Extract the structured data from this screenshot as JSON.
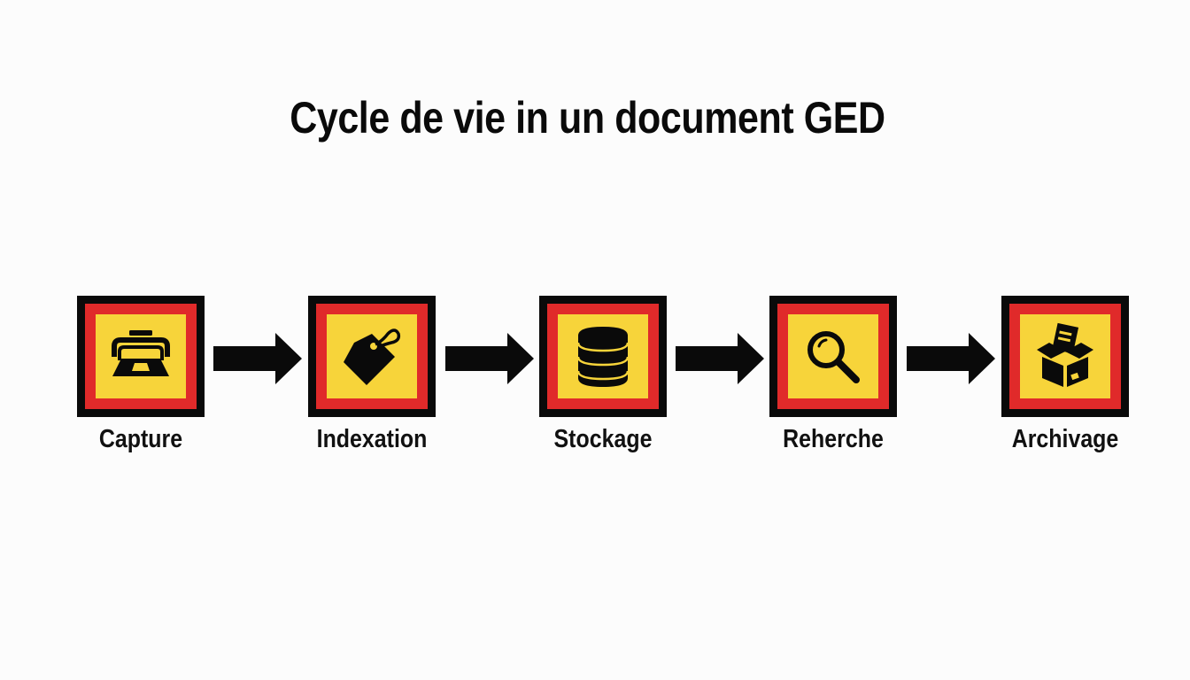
{
  "title": "Cycle de vie in un document GED",
  "colors": {
    "background": "#fcfcfc",
    "outer_border": "#0a0a0a",
    "inner_border": "#e02a2a",
    "fill": "#f7d43a",
    "text": "#0a0a0a"
  },
  "steps": [
    {
      "label": "Capture",
      "icon": "scanner-icon"
    },
    {
      "label": "Indexation",
      "icon": "tag-icon"
    },
    {
      "label": "Stockage",
      "icon": "database-icon"
    },
    {
      "label": "Reherche",
      "icon": "magnifier-icon"
    },
    {
      "label": "Archivage",
      "icon": "archive-box-icon"
    }
  ],
  "connectors": [
    {
      "from": "Capture",
      "to": "Indexation",
      "icon": "arrow-right-icon"
    },
    {
      "from": "Indexation",
      "to": "Stockage",
      "icon": "arrow-right-icon"
    },
    {
      "from": "Stockage",
      "to": "Reherche",
      "icon": "arrow-right-icon"
    },
    {
      "from": "Reherche",
      "to": "Archivage",
      "icon": "arrow-right-icon"
    }
  ]
}
